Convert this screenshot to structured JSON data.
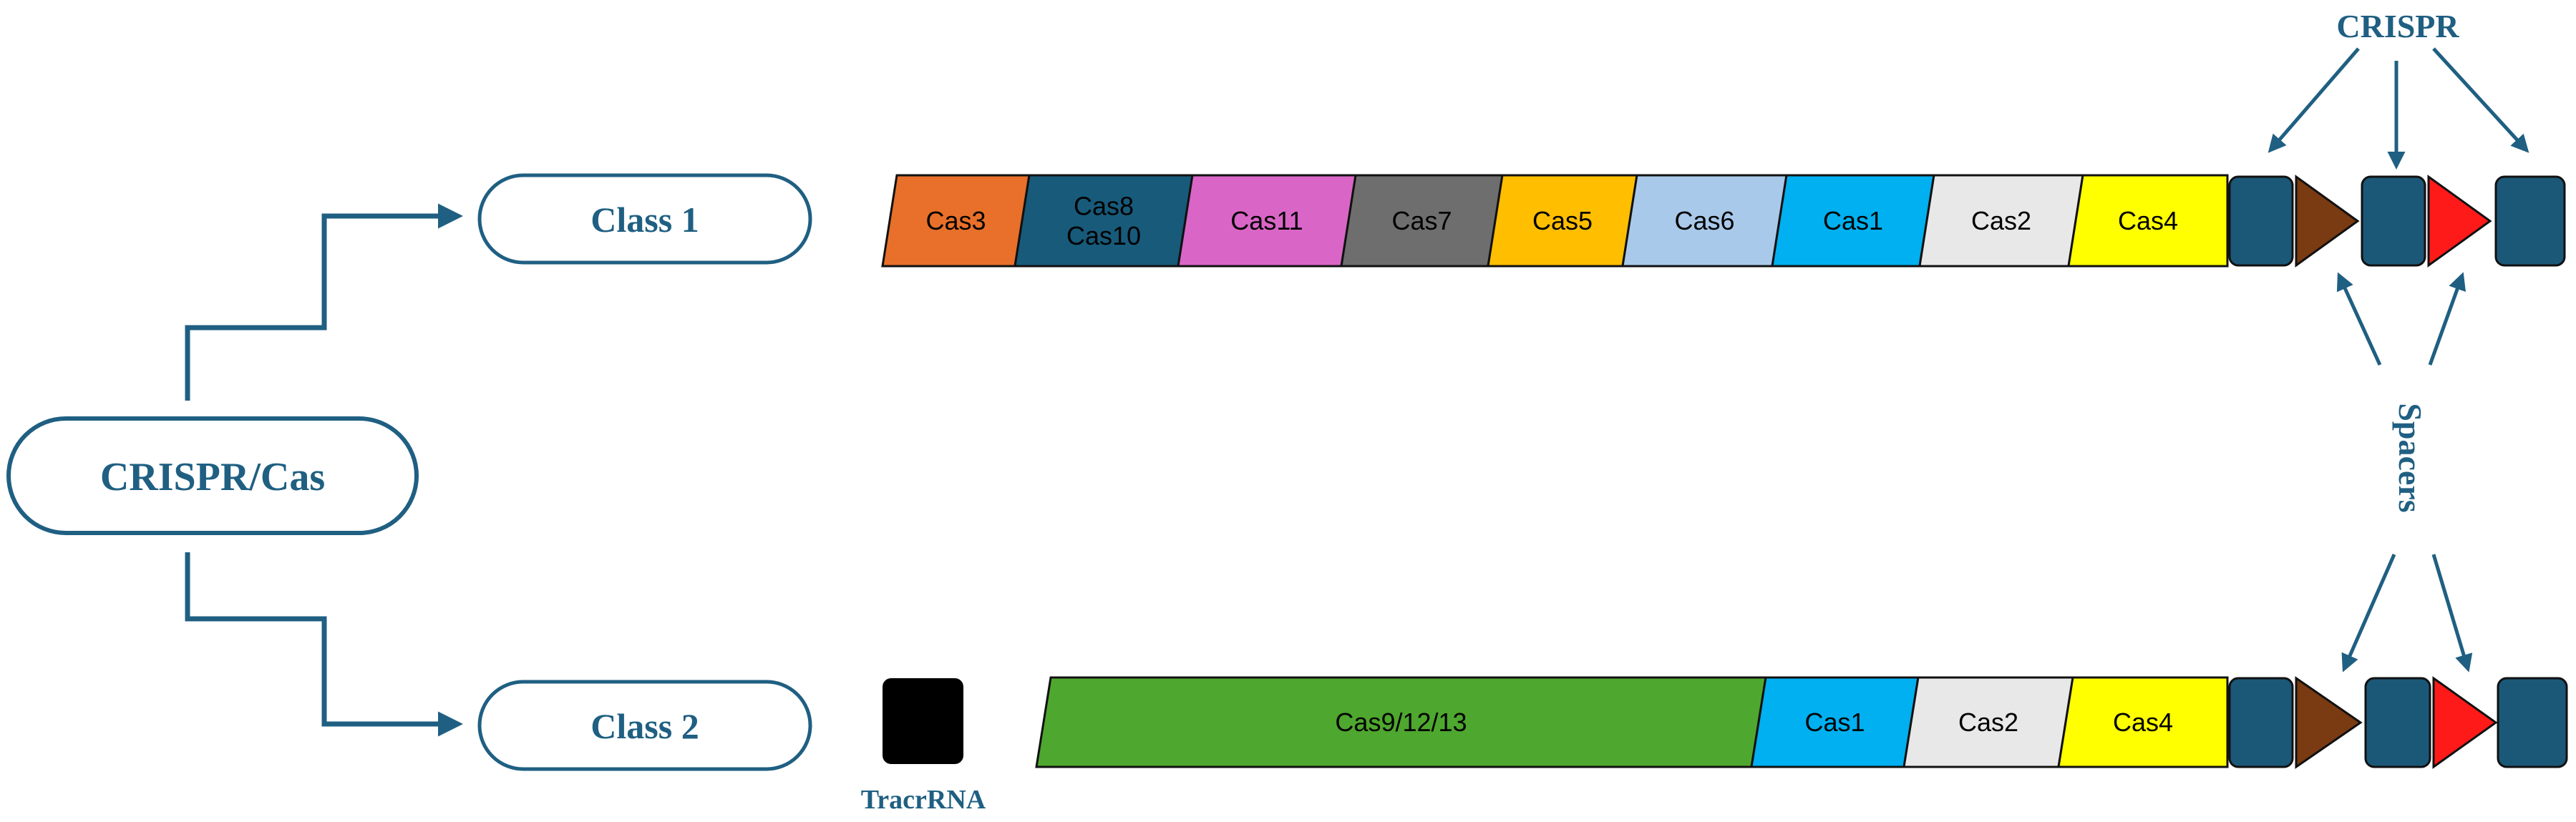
{
  "colors": {
    "accent": "#1f5f82",
    "repeat": "#1b5878",
    "spacer_brown": "#7a3a12",
    "spacer_red": "#ff1a1a",
    "tracr": "#000000"
  },
  "root": {
    "label": "CRISPR/Cas"
  },
  "classes": [
    {
      "label": "Class 1"
    },
    {
      "label": "Class 2"
    }
  ],
  "class1_genes": [
    {
      "lines": [
        "Cas3"
      ],
      "color": "#e8702a",
      "text_color": "#000000"
    },
    {
      "lines": [
        "Cas8",
        "Cas10"
      ],
      "color": "#185a7a",
      "text_color": "#000000"
    },
    {
      "lines": [
        "Cas11"
      ],
      "color": "#d966c6",
      "text_color": "#000000"
    },
    {
      "lines": [
        "Cas7"
      ],
      "color": "#6e6e6e",
      "text_color": "#000000"
    },
    {
      "lines": [
        "Cas5"
      ],
      "color": "#ffbe00",
      "text_color": "#000000"
    },
    {
      "lines": [
        "Cas6"
      ],
      "color": "#a9c9ea",
      "text_color": "#000000"
    },
    {
      "lines": [
        "Cas1"
      ],
      "color": "#00b0f0",
      "text_color": "#000000"
    },
    {
      "lines": [
        "Cas2"
      ],
      "color": "#e8e8e8",
      "text_color": "#000000"
    },
    {
      "lines": [
        "Cas4"
      ],
      "color": "#ffff00",
      "text_color": "#000000"
    }
  ],
  "class2_genes": [
    {
      "lines": [
        "Cas9/12/13"
      ],
      "color": "#4ea72e",
      "text_color": "#000000"
    },
    {
      "lines": [
        "Cas1"
      ],
      "color": "#00b0f0",
      "text_color": "#000000"
    },
    {
      "lines": [
        "Cas2"
      ],
      "color": "#e8e8e8",
      "text_color": "#000000"
    },
    {
      "lines": [
        "Cas4"
      ],
      "color": "#ffff00",
      "text_color": "#000000"
    }
  ],
  "labels": {
    "crispr": "CRISPR",
    "spacers": "Spacers",
    "tracrrna": "TracrRNA"
  }
}
